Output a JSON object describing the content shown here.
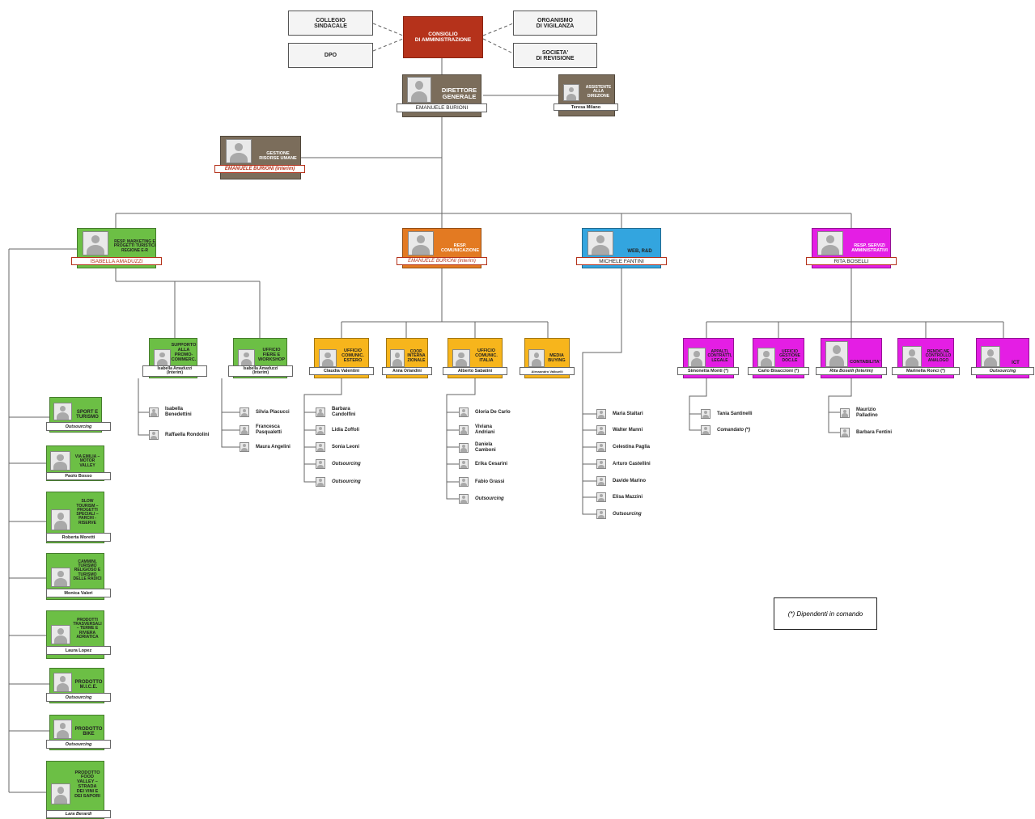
{
  "board": {
    "collegio": "COLLEGIO\nSINDACALE",
    "dpo": "DPO",
    "cda": "CONSIGLIO\nDI AMMINISTRAZIONE",
    "vigilanza": "ORGANISMO\nDI VIGILANZA",
    "revisione": "SOCIETA'\nDI REVISIONE"
  },
  "direttore": {
    "title": "DIRETTORE\nGENERALE",
    "name": "EMANUELE BURIONI"
  },
  "assistente": {
    "title": "ASSISTENTE\nALLA\nDIREZIONE",
    "name": "Teresa Milano"
  },
  "risorse": {
    "title": "GESTIONE\nRISORSE UMANE",
    "name": "EMANUELE BURIONI (Interim)"
  },
  "resp_marketing": {
    "title": "RESP. MARKETING E\nPROGETTI TURISTICI\nREGIONE E-R",
    "name": "ISABELLA AMADUZZI"
  },
  "resp_comunicazione": {
    "title": "RESP.\nCOMUNICAZIONE",
    "name": "EMANUELE BURIONI (Interim)"
  },
  "web": {
    "title": "WEB, R&D",
    "name": "MICHELE FANTINI"
  },
  "resp_amministrativi": {
    "title": "RESP. SERVIZI\nAMMINISTRATIVI",
    "name": "RITA BOSELLI"
  },
  "supporto": {
    "title": "SUPPORTO\nALLA\nPROMO-\nCOMMERC.",
    "name": "Isabella Amaduzzi\n(Interim)"
  },
  "fiere": {
    "title": "UFFICIO\nFIERE E\nWORKSHOP",
    "name": "Isabella Amaduzzi\n(Interim)"
  },
  "supporto_staff": [
    "Isabella\nBenedettini",
    "Raffaella Rondolini"
  ],
  "fiere_staff": [
    "Silvia Placucci",
    "Francesca\nPasqualetti",
    "Maura Angelini"
  ],
  "comm_estero": {
    "title": "UFFICIO\nCOMUNIC.\nESTERO",
    "name": "Claudia Valentini"
  },
  "coop": {
    "title": "COOP.\nINTERNA\nZIONALE",
    "name": "Anna Orlandini"
  },
  "comm_italia": {
    "title": "UFFICIO\nCOMUNIC.\nITALIA",
    "name": "Alberto Sabatini"
  },
  "media": {
    "title": "MEDIA\nBUYING",
    "name": "Alessandro Valbuelli"
  },
  "estero_staff": [
    "Barbara\nCandolfini",
    "Lidia Zoffoli",
    "Sonia Leoni",
    "Outsourcing",
    "Outsourcing"
  ],
  "italia_staff": [
    "Gloria De Carlo",
    "Viviana\nAndriani",
    "Daniela\nCamboni",
    "Erika Cesarini",
    "Fabio Grassi",
    "Outsourcing"
  ],
  "web_staff": [
    "Maria Staltari",
    "Walter Manni",
    "Celestina Paglia",
    "Arturo Castellini",
    "Davide Marino",
    "Elisa Mazzini",
    "Outsourcing"
  ],
  "appalti": {
    "title": "APPALTI,\nCONTRATTI,\nLEGALE",
    "name": "Simonetta Monti (*)"
  },
  "gestione_doc": {
    "title": "UFFICIO\nGESTIONE\nDOC.LE",
    "name": "Carlo Bisaccioni (*)"
  },
  "contabilita": {
    "title": "CONTABILITA'",
    "name": "Rita Boselli (Interim)"
  },
  "rendicontazione": {
    "title": "RENDIC.NE\nCONTROLLO\nANALOGO",
    "name": "Marinella Ronci (*)"
  },
  "ict": {
    "title": "ICT",
    "name": "Outsourcing"
  },
  "appalti_staff": [
    "Tania Santinelli",
    "Comandato (*)"
  ],
  "contabilita_staff": [
    "Maurizio\nPalladino",
    "Barbara Fentini"
  ],
  "prodotti": [
    {
      "title": "SPORT E\nTURISMO",
      "name": "Outsourcing"
    },
    {
      "title": "VIA EMILIA –\nMOTOR\nVALLEY",
      "name": "Paolo Bosso"
    },
    {
      "title": "SLOW\nTOURISM –\nPROGETTI\nSPECIALI –\nPARCHI -\nRISERVE",
      "name": "Roberta Moretti"
    },
    {
      "title": "CAMMINI,\nTURISMO\nRELIGIOSO E\nTURISMO\nDELLE RADICI",
      "name": "Monica Valeri"
    },
    {
      "title": "PRODOTTI\nTRASVERSALI\n– TERME E\nRIVIERA\nADRIATICA",
      "name": "Laura Lopez"
    },
    {
      "title": "PRODOTTO\nM.I.C.E.",
      "name": "Outsourcing"
    },
    {
      "title": "PRODOTTO\nBIKE",
      "name": "Outsourcing"
    },
    {
      "title": "PRODOTTO\nFOOD\nVALLEY –\nSTRADA\nDEI VINI E\nDEI SAPORI",
      "name": "Lara Berardi"
    }
  ],
  "note": "(*) Dipendenti in comando",
  "colors": {
    "brown": "#7b6d5b",
    "red": "#b5321b",
    "green": "#6cbf45",
    "orange": "#e37a22",
    "blue": "#33a5df",
    "magenta": "#e41ee4",
    "yellow": "#f7b51c"
  }
}
